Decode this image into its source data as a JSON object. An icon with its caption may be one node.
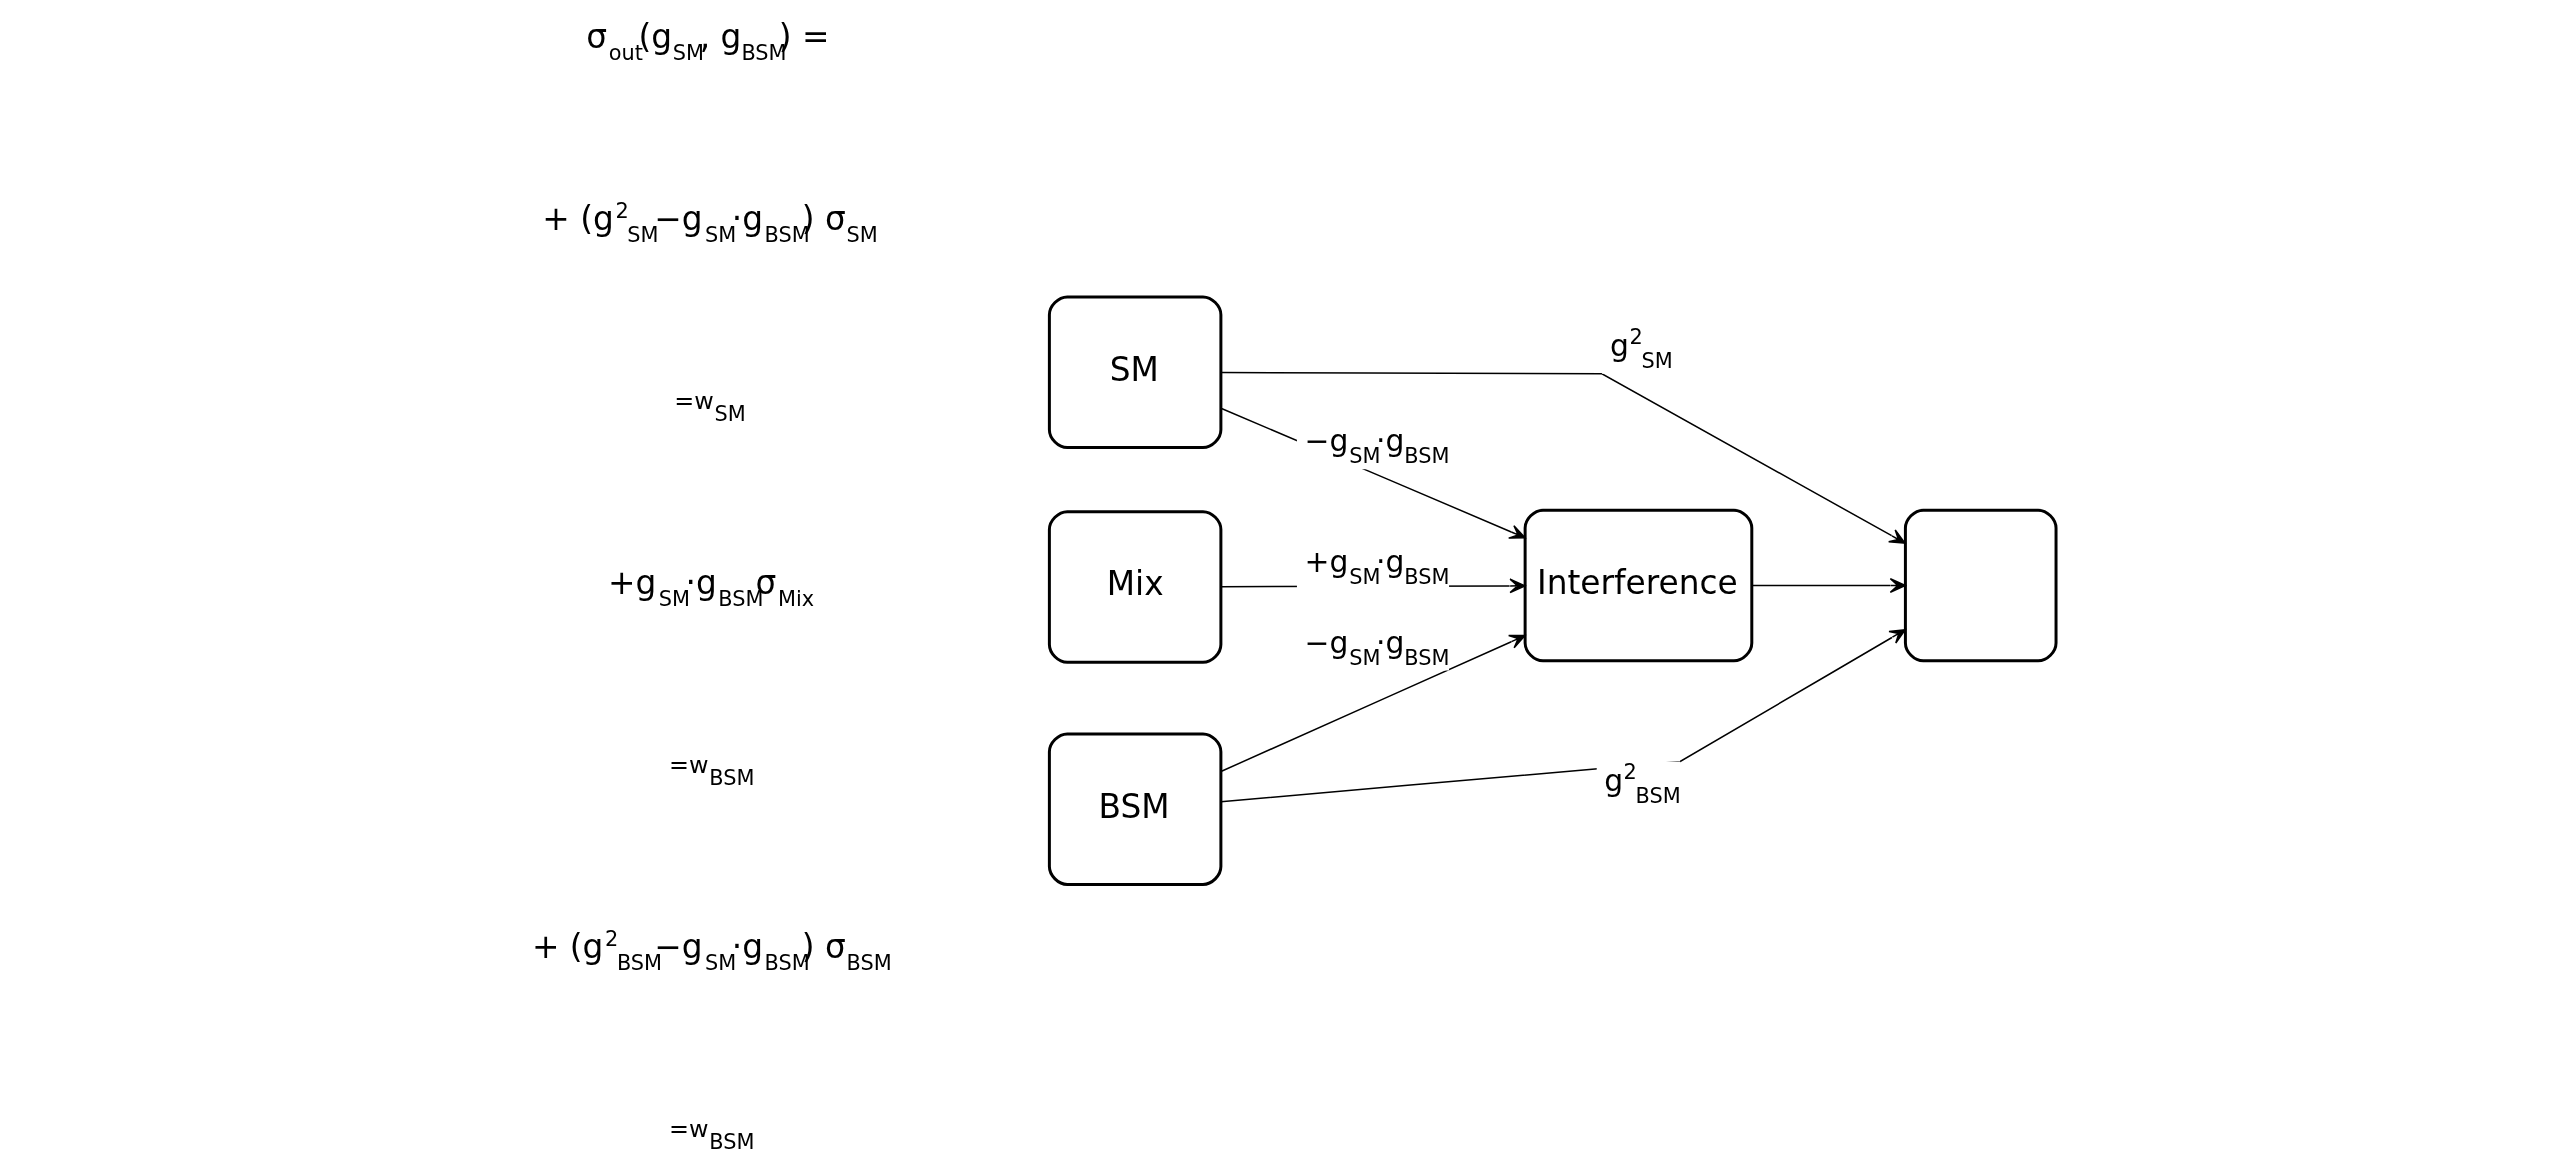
{
  "diagram": {
    "nodes": [
      {
        "text": [
          "SM"
        ]
      },
      {
        "text": [
          "Mix"
        ]
      },
      {
        "text": [
          "BSM"
        ]
      },
      {
        "text": [
          "Interference"
        ]
      },
      {
        "text": [],
        "shape": "box"
      }
    ],
    "edges": [
      {
        "from": 0,
        "to": 3,
        "arrow": "to",
        "label": "−g$_{SM}$·g$_{BSM}$"
      },
      {
        "from": 1,
        "to": 3,
        "arrow": "to",
        "label": "+g$_{SM}$·g$_{BSM}$"
      },
      {
        "from": 2,
        "to": 3,
        "arrow": "to",
        "label": "−g$_{SM}$·g$_{BSM}$"
      },
      {
        "from": 3,
        "to": 4,
        "arrow": "to"
      },
      {
        "from": 0,
        "to": 4,
        "arrow": "to",
        "label": "g$^{2}$$_{SM}$"
      },
      {
        "from": 2,
        "to": 4,
        "arrow": "to",
        "label": "g$^{2}$$_{BSM}$"
      }
    ],
    "labels": [
      "σ$_{out}$(g$_{SM}$, g$_{BSM}$) =",
      "+ (g$^{2}$$_{SM}$−g$_{SM}$·g$_{BSM}$) σ$_{SM}$",
      "=w$_{SM}$",
      "+g$_{SM}$·g$_{BSM}$σ$_{Mix}$",
      "=w$_{BSM}$",
      "+ (g$^{2}$$_{BSM}$−g$_{SM}$·g$_{BSM}$) σ$_{BSM}$",
      "=w$_{BSM}$"
    ]
  }
}
